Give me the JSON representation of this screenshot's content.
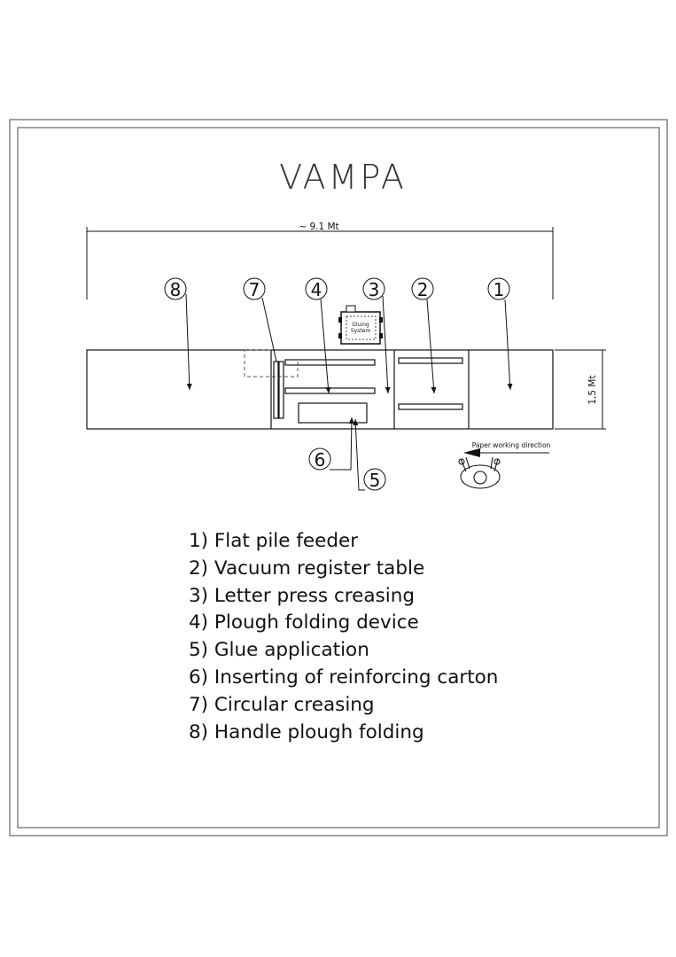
{
  "title": "VAMPA",
  "dimensions": {
    "length": "~  9.1  Mt",
    "width": "1,5  Mt"
  },
  "stations": [
    "8",
    "7",
    "4",
    "3",
    "2",
    "1",
    "6",
    "5"
  ],
  "gluing_system": [
    "Gluing",
    "System"
  ],
  "direction_label": "Paper working direction",
  "legend": [
    "1) Flat pile feeder",
    "2) Vacuum register table",
    "3) Letter press creasing",
    "4) Plough folding device",
    "5) Glue application",
    "6) Inserting of reinforcing carton",
    "7) Circular creasing",
    "8) Handle plough folding"
  ],
  "colors": {
    "line": "#111111",
    "frame": "#555555"
  }
}
